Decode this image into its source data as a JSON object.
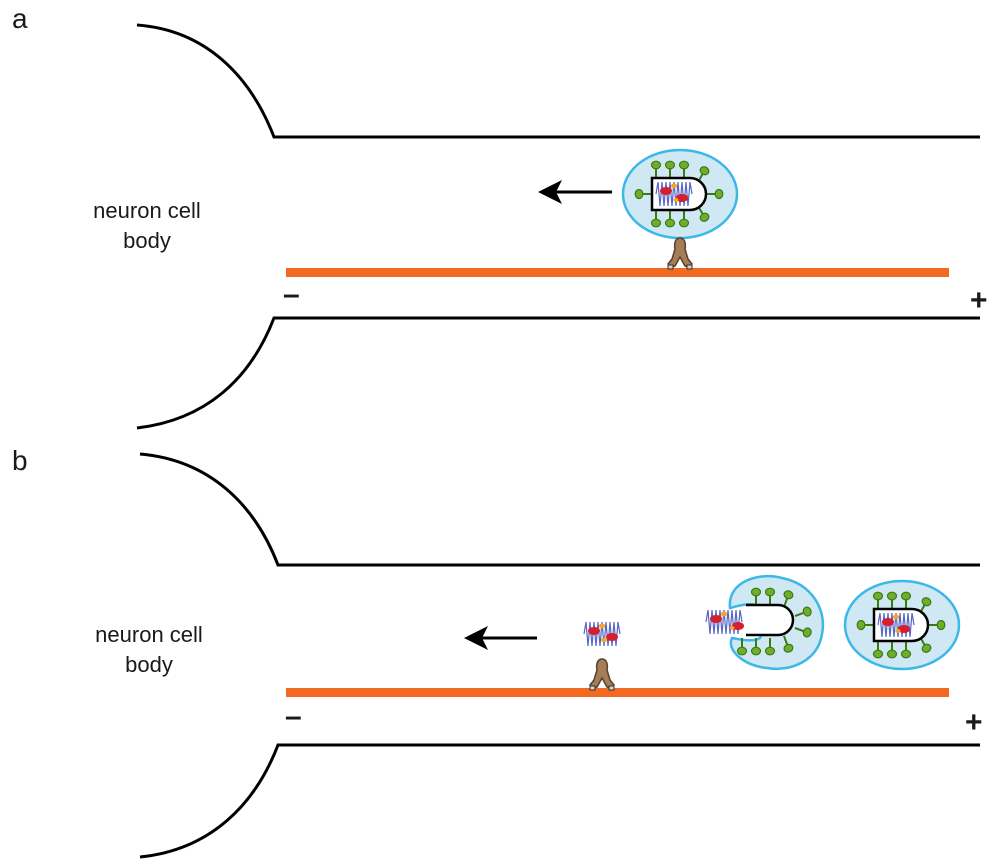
{
  "panels": [
    {
      "label": "a",
      "cell_body_label_line1": "neuron cell",
      "cell_body_label_line2": "body",
      "minus_end": "–",
      "plus_end": "+"
    },
    {
      "label": "b",
      "cell_body_label_line1": "neuron cell",
      "cell_body_label_line2": "body",
      "minus_end": "–",
      "plus_end": "+"
    }
  ],
  "colors": {
    "microtubule": "#f26a21",
    "membrane_fill": "#cfe8f3",
    "membrane_stroke": "#3bb8e8",
    "protein_head": "#6fae2c",
    "protein_head_dark": "#3c7a14",
    "rna_coil": "#5566c8",
    "nucleocapsid_red": "#d41f2f",
    "nucleocapsid_orange": "#f5a623",
    "motor": "#a57e58",
    "outline": "#000000"
  },
  "icons": {
    "motor_protein": "dynein-motor-icon",
    "transport_arrow": "left-arrow-icon"
  }
}
